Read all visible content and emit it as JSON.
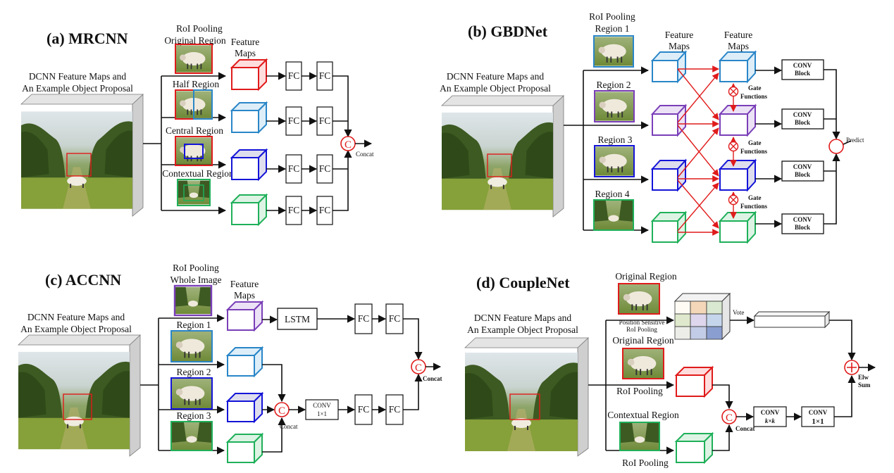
{
  "panel_a": {
    "title": "(a) MRCNN",
    "dcnn_line1": "DCNN Feature Maps and",
    "dcnn_line2": "An Example Object Proposal",
    "roi_line1": "RoI Pooling",
    "roi_line2": "Original Region",
    "half": "Half Region",
    "central": "Central Region",
    "contextual": "Contextual Region",
    "fm_line1": "Feature",
    "fm_line2": "Maps",
    "fc": "FC",
    "concat_symbol": "C",
    "concat": "Concat"
  },
  "panel_b": {
    "title": "(b) GBDNet",
    "dcnn_line1": "DCNN Feature Maps and",
    "dcnn_line2": "An Example Object Proposal",
    "roi_line1": "RoI Pooling",
    "roi_line2": "Region 1",
    "region2": "Region 2",
    "region3": "Region 3",
    "region4": "Region 4",
    "fm_line1": "Feature",
    "fm_line2": "Maps",
    "gate_line1": "Gate",
    "gate_line2": "Functions",
    "conv_line1": "CONV",
    "conv_line2": "Block",
    "predict": "Predict"
  },
  "panel_c": {
    "title": "(c) ACCNN",
    "dcnn_line1": "DCNN Feature Maps and",
    "dcnn_line2": "An Example Object Proposal",
    "roi_line1": "RoI Pooling",
    "roi_line2": "Whole Image",
    "region1": "Region 1",
    "region2": "Region 2",
    "region3": "Region 3",
    "fm_line1": "Feature",
    "fm_line2": "Maps",
    "lstm": "LSTM",
    "fc": "FC",
    "conv_line1": "CONV",
    "conv_line2": "1×1",
    "concat_symbol": "C",
    "concat": "Concat"
  },
  "panel_d": {
    "title": "(d) CoupleNet",
    "dcnn_line1": "DCNN Feature Maps and",
    "dcnn_line2": "An Example Object Proposal",
    "original1": "Original Region",
    "ps_line1": "Position Sensitive",
    "ps_line2": "RoI Pooling",
    "vote": "Vote",
    "original2": "Original Region",
    "roi_pool1": "RoI Pooling",
    "contextual": "Contextual Region",
    "roi_pool2": "RoI Pooling",
    "concat_symbol": "C",
    "concat": "Concat",
    "convk_line1": "CONV",
    "convk_line2": "k×k",
    "conv1_line1": "CONV",
    "conv1_line2": "1×1",
    "elw_line1": "Elw",
    "elw_line2": "Sum"
  },
  "colors": {
    "red": "#e01b1b",
    "blue": "#2a86c8",
    "navy": "#1414d8",
    "purple": "#7a3fb8",
    "green": "#1fb05a",
    "arrow": "#111111"
  }
}
